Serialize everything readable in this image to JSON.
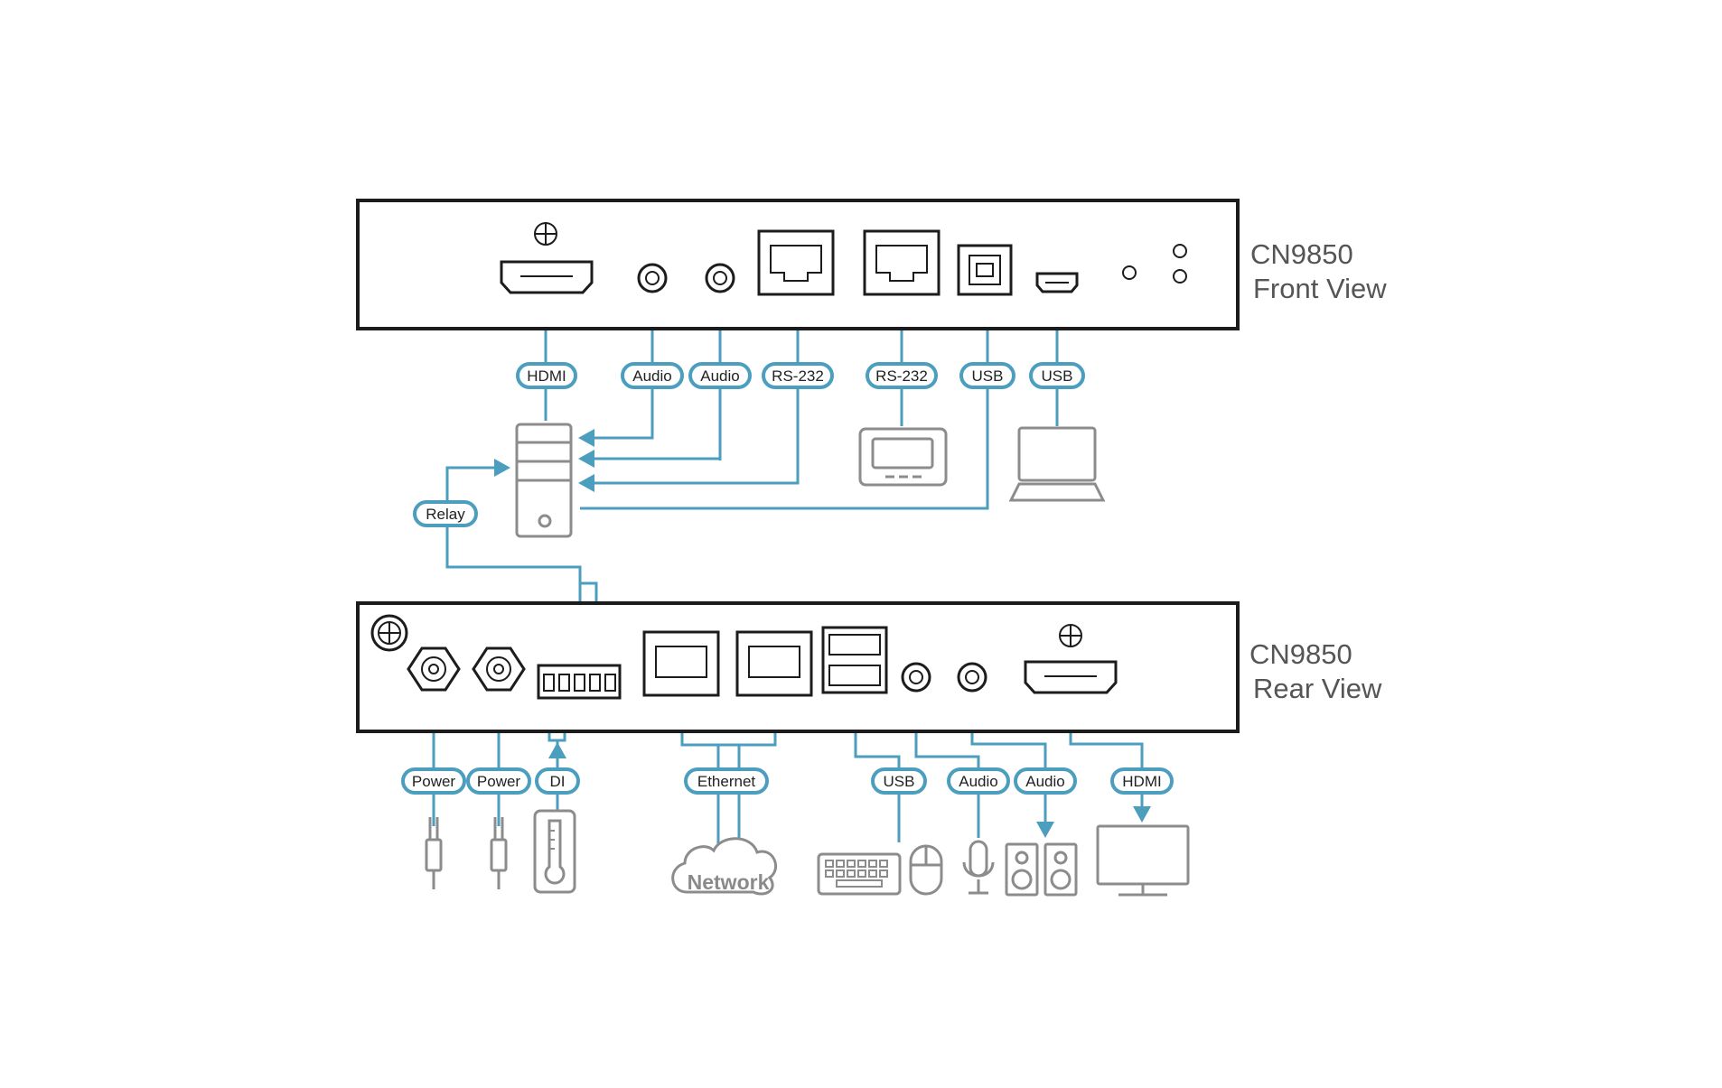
{
  "front": {
    "model": "CN9850",
    "view": "Front View",
    "labels": {
      "hdmi": "HDMI",
      "audio_1": "Audio",
      "audio_2": "Audio",
      "rs232_1": "RS-232",
      "rs232_2": "RS-232",
      "usb_1": "USB",
      "usb_2": "USB",
      "relay": "Relay"
    }
  },
  "rear": {
    "model": "CN9850",
    "view": "Rear View",
    "labels": {
      "power_1": "Power",
      "power_2": "Power",
      "di": "DI",
      "ethernet": "Ethernet",
      "usb": "USB",
      "audio_1": "Audio",
      "audio_2": "Audio",
      "hdmi": "HDMI"
    },
    "network": "Network"
  },
  "colors": {
    "link": "#4c9ebf",
    "outline": "#1c1c1c",
    "device": "#8c8c8c"
  }
}
